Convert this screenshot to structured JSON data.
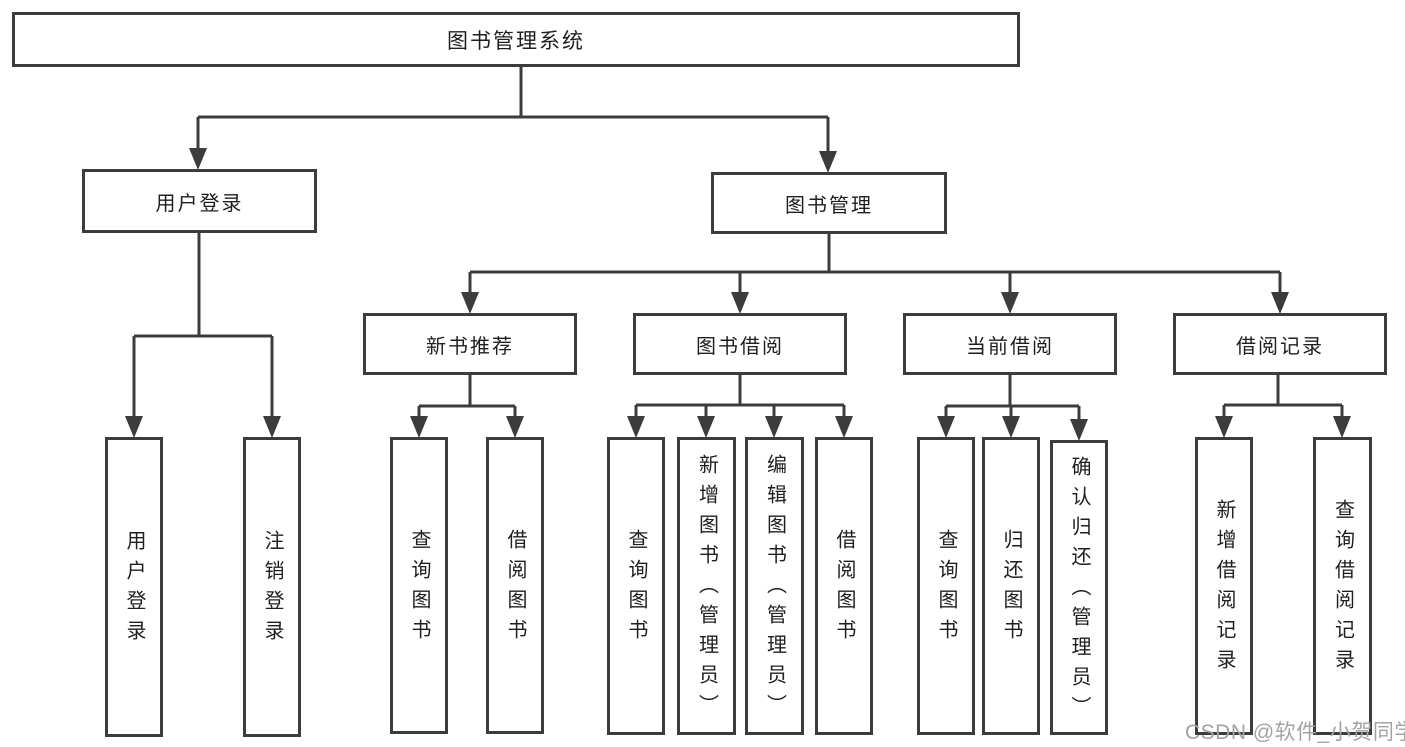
{
  "colors": {
    "line": "#3c3c3c",
    "box_border": "#3c3c3c",
    "text": "#1f1f1f",
    "background": "#ffffff",
    "watermark": "#a3a3a3"
  },
  "watermark": {
    "text": "CSDN @软件_小贺同学"
  },
  "tree": {
    "label": "图书管理系统",
    "children": [
      {
        "label": "用户登录",
        "children": [
          {
            "label": "用户登录"
          },
          {
            "label": "注销登录"
          }
        ]
      },
      {
        "label": "图书管理",
        "children": [
          {
            "label": "新书推荐",
            "children": [
              {
                "label": "查询图书"
              },
              {
                "label": "借阅图书"
              }
            ]
          },
          {
            "label": "图书借阅",
            "children": [
              {
                "label": "查询图书"
              },
              {
                "label": "新增图书（管理员）"
              },
              {
                "label": "编辑图书（管理员）"
              },
              {
                "label": "借阅图书"
              }
            ]
          },
          {
            "label": "当前借阅",
            "children": [
              {
                "label": "查询图书"
              },
              {
                "label": "归还图书"
              },
              {
                "label": "确认归还（管理员）"
              }
            ]
          },
          {
            "label": "借阅记录",
            "children": [
              {
                "label": "新增借阅记录"
              },
              {
                "label": "查询借阅记录"
              }
            ]
          }
        ]
      }
    ]
  }
}
